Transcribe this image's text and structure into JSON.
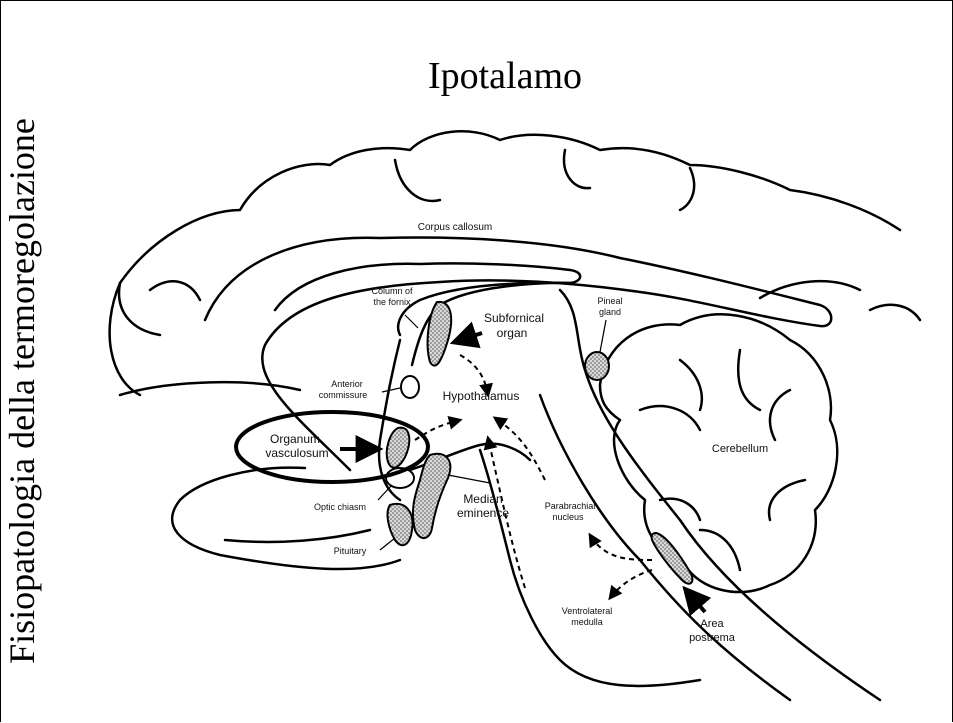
{
  "slide": {
    "title": "Ipotalamo",
    "side_label": "Fisiopatologia della termoregolazione"
  },
  "diagram": {
    "labels": {
      "corpus_callosum": "Corpus callosum",
      "column_fornix_1": "Column of",
      "column_fornix_2": "the fornix",
      "subfornical_1": "Subfornical",
      "subfornical_2": "organ",
      "pineal_1": "Pineal",
      "pineal_2": "gland",
      "anterior_comm_1": "Anterior",
      "anterior_comm_2": "commissure",
      "hypothalamus": "Hypothalamus",
      "organum_1": "Organum",
      "organum_2": "vasculosum",
      "cerebellum": "Cerebellum",
      "optic_chiasm": "Optic chiasm",
      "median_1": "Median",
      "median_2": "eminence",
      "parabrachial_1": "Parabrachial",
      "parabrachial_2": "nucleus",
      "pituitary": "Pituitary",
      "ventrolateral_1": "Ventrolateral",
      "ventrolateral_2": "medulla",
      "area_1": "Area",
      "area_2": "postrema"
    }
  }
}
